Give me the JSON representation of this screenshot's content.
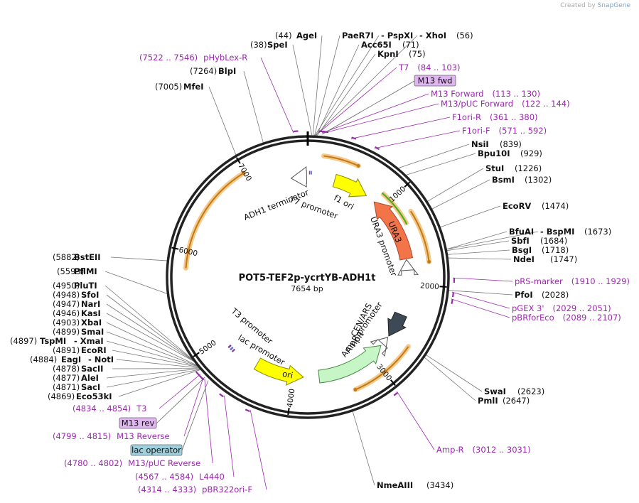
{
  "credit": {
    "prefix": "Created by",
    "brand": "SnapGene"
  },
  "map": {
    "name": "POT5-TEF2p-ycrtYB-ADH1t",
    "length_label": "7654 bp",
    "total_bp": 7654,
    "ticks": [
      "1000",
      "2000",
      "3000",
      "4000",
      "5000",
      "6000",
      "7000"
    ]
  },
  "colors": {
    "backbone": "#222222",
    "primer": "#9c27b0",
    "promoter": "#ffffff",
    "f1ori": "#ffff00",
    "ura3": "#f4744a",
    "ampr": "#c6f5c6",
    "ori": "#ffff00",
    "cen_ars": "#3d4a55",
    "orf_halo": "#f5c98a",
    "orf_line": "#c07a16",
    "ura3_orf": "#4caf22",
    "m13_box": "#e0b6f0",
    "lac_box": "#9fd0dd"
  },
  "sites": [
    {
      "name": "AgeI",
      "pos": "(44)",
      "bp": 44,
      "side": "left"
    },
    {
      "name": "SpeI",
      "pos": "(38)",
      "bp": 38,
      "side": "left"
    },
    {
      "name": "BlpI",
      "pos": "(7264)",
      "bp": 7264,
      "side": "left"
    },
    {
      "name": "MfeI",
      "pos": "(7005)",
      "bp": 7005,
      "side": "left"
    },
    {
      "name": "PaeR7I",
      "pos": "",
      "bp": 56,
      "side": "right"
    },
    {
      "name": "- PspXI",
      "pos": "",
      "bp": 56,
      "side": "right"
    },
    {
      "name": "- XhoI",
      "pos": "(56)",
      "bp": 56,
      "side": "right"
    },
    {
      "name": "Acc65I",
      "pos": "(71)",
      "bp": 71,
      "side": "right"
    },
    {
      "name": "KpnI",
      "pos": "(75)",
      "bp": 75,
      "side": "right"
    },
    {
      "name": "NsiI",
      "pos": "(839)",
      "bp": 839,
      "side": "right"
    },
    {
      "name": "Bpu10I",
      "pos": "(929)",
      "bp": 929,
      "side": "right"
    },
    {
      "name": "StuI",
      "pos": "(1226)",
      "bp": 1226,
      "side": "right"
    },
    {
      "name": "BsmI",
      "pos": "(1302)",
      "bp": 1302,
      "side": "right"
    },
    {
      "name": "EcoRV",
      "pos": "(1474)",
      "bp": 1474,
      "side": "right"
    },
    {
      "name": "BfuAI",
      "pos": "",
      "bp": 1673,
      "side": "right"
    },
    {
      "name": "- BspMI",
      "pos": "(1673)",
      "bp": 1673,
      "side": "right"
    },
    {
      "name": "SbfI",
      "pos": "(1684)",
      "bp": 1684,
      "side": "right"
    },
    {
      "name": "BsgI",
      "pos": "(1718)",
      "bp": 1718,
      "side": "right"
    },
    {
      "name": "NdeI",
      "pos": "(1747)",
      "bp": 1747,
      "side": "right"
    },
    {
      "name": "PfoI",
      "pos": "(2028)",
      "bp": 2028,
      "side": "right"
    },
    {
      "name": "SwaI",
      "pos": "(2623)",
      "bp": 2623,
      "side": "right"
    },
    {
      "name": "PmlI",
      "pos": "(2647)",
      "bp": 2647,
      "side": "right"
    },
    {
      "name": "NmeAIII",
      "pos": "(3434)",
      "bp": 3434,
      "side": "right"
    },
    {
      "name": "BstEII",
      "pos": "(5882)",
      "bp": 5882,
      "side": "left"
    },
    {
      "name": "PflMI",
      "pos": "(5593)",
      "bp": 5593,
      "side": "left"
    },
    {
      "name": "PluTI",
      "pos": "(4950)",
      "bp": 4950,
      "side": "left"
    },
    {
      "name": "SfoI",
      "pos": "(4948)",
      "bp": 4948,
      "side": "left"
    },
    {
      "name": "NarI",
      "pos": "(4947)",
      "bp": 4947,
      "side": "left"
    },
    {
      "name": "KasI",
      "pos": "(4946)",
      "bp": 4946,
      "side": "left"
    },
    {
      "name": "XbaI",
      "pos": "(4903)",
      "bp": 4903,
      "side": "left"
    },
    {
      "name": "SmaI",
      "pos": "(4899)",
      "bp": 4899,
      "side": "left"
    },
    {
      "name": "TspMI",
      "pos": "(4897)",
      "bp": 4897,
      "side": "left",
      "suffix": "- XmaI"
    },
    {
      "name": "EcoRI",
      "pos": "(4891)",
      "bp": 4891,
      "side": "left"
    },
    {
      "name": "EagI",
      "pos": "(4884)",
      "bp": 4884,
      "side": "left",
      "suffix": "- NotI"
    },
    {
      "name": "SacII",
      "pos": "(4878)",
      "bp": 4878,
      "side": "left"
    },
    {
      "name": "AleI",
      "pos": "(4877)",
      "bp": 4877,
      "side": "left"
    },
    {
      "name": "SacI",
      "pos": "(4871)",
      "bp": 4871,
      "side": "left"
    },
    {
      "name": "Eco53kI",
      "pos": "(4869)",
      "bp": 4869,
      "side": "left"
    }
  ],
  "primers": [
    {
      "name": "pHybLex-R",
      "range": "(7522 .. 7546)",
      "bp": 7534,
      "side": "left"
    },
    {
      "name": "T7",
      "range": "(84 .. 103)",
      "bp": 94,
      "side": "right"
    },
    {
      "name": "M13 Forward",
      "range": "(113 .. 130)",
      "bp": 121,
      "side": "right"
    },
    {
      "name": "M13/pUC Forward",
      "range": "(122 .. 144)",
      "bp": 133,
      "side": "right"
    },
    {
      "name": "F1ori-R",
      "range": "(361 .. 380)",
      "bp": 370,
      "side": "right"
    },
    {
      "name": "F1ori-F",
      "range": "(571 .. 592)",
      "bp": 581,
      "side": "right"
    },
    {
      "name": "pRS-marker",
      "range": "(1910 .. 1929)",
      "bp": 1920,
      "side": "right"
    },
    {
      "name": "pGEX 3'",
      "range": "(2029 .. 2051)",
      "bp": 2040,
      "side": "right"
    },
    {
      "name": "pBRforEco",
      "range": "(2089 .. 2107)",
      "bp": 2098,
      "side": "right"
    },
    {
      "name": "Amp-R",
      "range": "(3012 .. 3031)",
      "bp": 3021,
      "side": "right"
    },
    {
      "name": "T3",
      "range": "(4834 .. 4854)",
      "bp": 4844,
      "side": "left"
    },
    {
      "name": "M13 Reverse",
      "range": "(4799 .. 4815)",
      "bp": 4807,
      "side": "left"
    },
    {
      "name": "M13/pUC Reverse",
      "range": "(4780 .. 4802)",
      "bp": 4791,
      "side": "left"
    },
    {
      "name": "L4440",
      "range": "(4567 .. 4584)",
      "bp": 4575,
      "side": "left"
    },
    {
      "name": "pBR322ori-F",
      "range": "(4314 .. 4333)",
      "bp": 4323,
      "side": "left"
    }
  ],
  "boxed": [
    {
      "name": "M13 fwd",
      "bp": 122,
      "style": "m13"
    },
    {
      "name": "M13 rev",
      "bp": 4800,
      "style": "m13"
    },
    {
      "name": "lac operator",
      "bp": 4760,
      "style": "lac"
    }
  ],
  "features": [
    {
      "name": "f1 ori"
    },
    {
      "name": "URA3"
    },
    {
      "name": "URA3 promoter"
    },
    {
      "name": "CEN/ARS"
    },
    {
      "name": "AmpR promoter"
    },
    {
      "name": "AmpR"
    },
    {
      "name": "ori"
    },
    {
      "name": "lac promoter"
    },
    {
      "name": "T3 promoter"
    },
    {
      "name": "ADH1 terminator"
    },
    {
      "name": "T7 promoter"
    }
  ]
}
